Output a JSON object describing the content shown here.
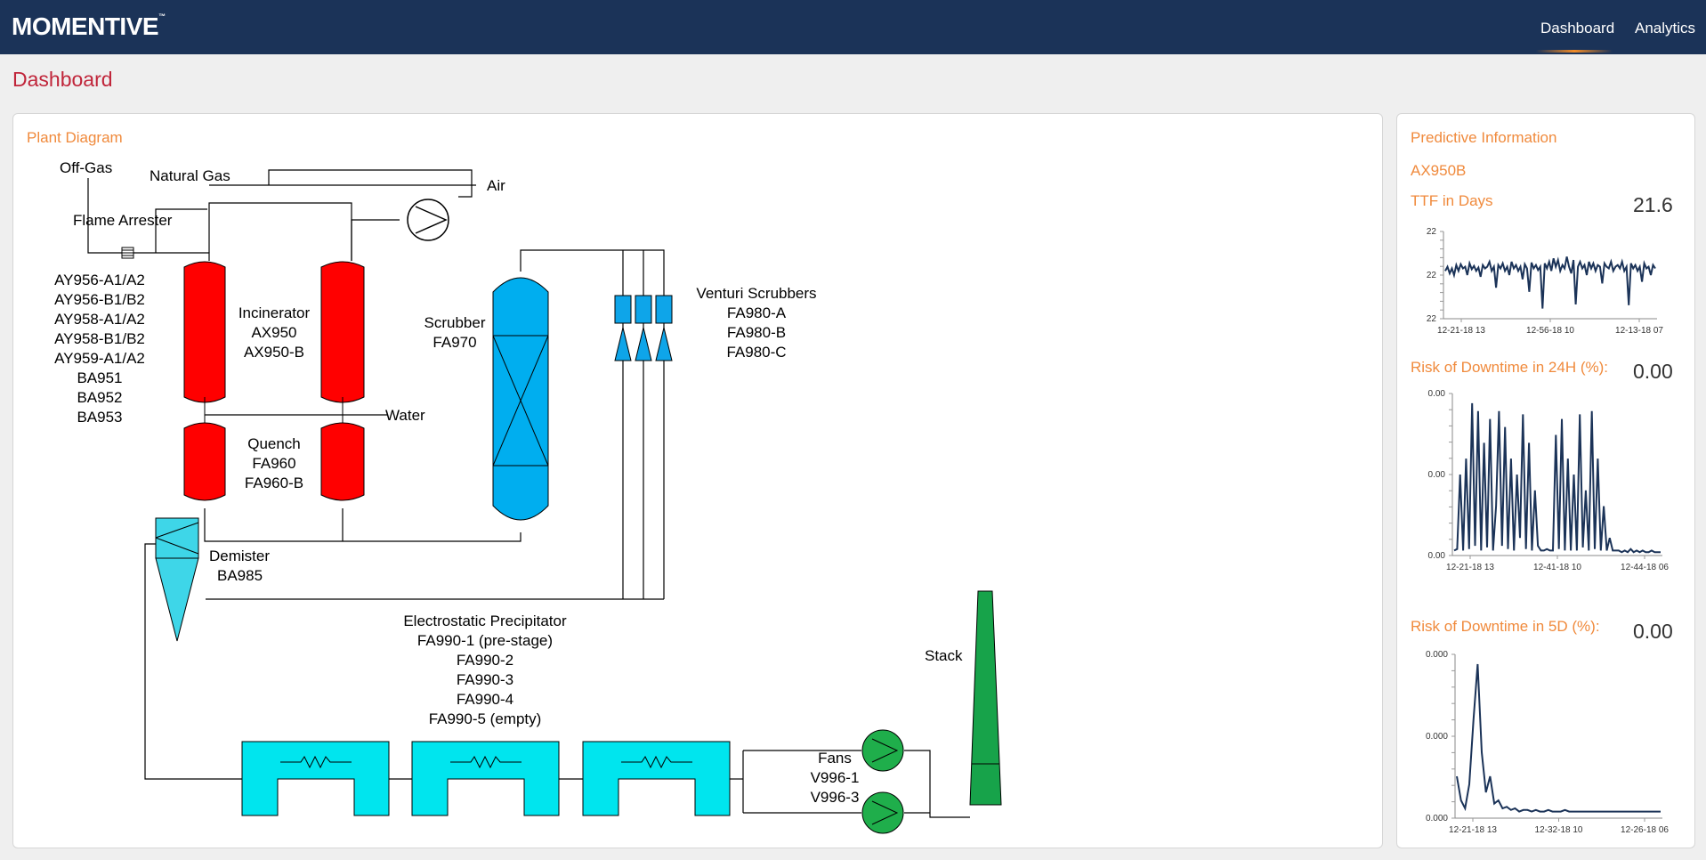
{
  "header": {
    "logo_text": "MOMENTIVE",
    "logo_tm": "™",
    "nav": [
      {
        "label": "Dashboard",
        "active": true
      },
      {
        "label": "Analytics",
        "active": false
      }
    ]
  },
  "page": {
    "title": "Dashboard"
  },
  "plant": {
    "title": "Plant Diagram",
    "labels": {
      "off_gas": "Off-Gas",
      "natural_gas": "Natural Gas",
      "air": "Air",
      "flame_arrester": "Flame Arrester",
      "water": "Water",
      "stack": "Stack"
    },
    "instrument_list": [
      "AY956-A1/A2",
      "AY956-B1/B2",
      "AY958-A1/A2",
      "AY958-B1/B2",
      "AY959-A1/A2",
      "BA951",
      "BA952",
      "BA953"
    ],
    "incinerator": [
      "Incinerator",
      "AX950",
      "AX950-B"
    ],
    "quench": [
      "Quench",
      "FA960",
      "FA960-B"
    ],
    "scrubber": [
      "Scrubber",
      "FA970"
    ],
    "venturi": [
      "Venturi Scrubbers",
      "FA980-A",
      "FA980-B",
      "FA980-C"
    ],
    "demister": [
      "Demister",
      "BA985"
    ],
    "esp": [
      "Electrostatic Precipitator",
      "FA990-1 (pre-stage)",
      "FA990-2",
      "FA990-3",
      "FA990-4",
      "FA990-5 (empty)"
    ],
    "fans": [
      "Fans",
      "V996-1",
      "V996-3"
    ],
    "colors": {
      "vessel_red": "#ff0000",
      "scrubber_blue": "#00aeef",
      "venturi_blue": "#0ea5e9",
      "demister_cyan": "#3ed6e8",
      "esp_cyan": "#00e5ee",
      "fan_green": "#1fae4b",
      "stack_green": "#17a34a"
    }
  },
  "predictive": {
    "title": "Predictive Information",
    "asset": "AX950B",
    "charts": [
      {
        "label": "TTF in Days",
        "value": "21.6"
      },
      {
        "label": "Risk of Downtime in 24H (%):",
        "value": "0.00"
      },
      {
        "label": "Risk of Downtime in 5D (%):",
        "value": "0.00"
      }
    ]
  },
  "chart_data": [
    {
      "type": "line",
      "title": "TTF in Days",
      "y_ticks": [
        "22",
        "22",
        "22"
      ],
      "x_ticks": [
        "12-21-18 13",
        "12-56-18 10",
        "12-13-18 07"
      ],
      "values": [
        0.55,
        0.6,
        0.52,
        0.58,
        0.5,
        0.62,
        0.55,
        0.63,
        0.58,
        0.6,
        0.5,
        0.64,
        0.57,
        0.61,
        0.55,
        0.59,
        0.48,
        0.62,
        0.58,
        0.6,
        0.66,
        0.55,
        0.6,
        0.35,
        0.62,
        0.58,
        0.64,
        0.55,
        0.6,
        0.5,
        0.66,
        0.58,
        0.62,
        0.55,
        0.6,
        0.45,
        0.63,
        0.58,
        0.3,
        0.65,
        0.58,
        0.62,
        0.56,
        0.6,
        0.1,
        0.64,
        0.58,
        0.66,
        0.55,
        0.7,
        0.6,
        0.68,
        0.55,
        0.62,
        0.58,
        0.72,
        0.6,
        0.52,
        0.68,
        0.15,
        0.6,
        0.66,
        0.58,
        0.62,
        0.5,
        0.66,
        0.58,
        0.64,
        0.55,
        0.62,
        0.6,
        0.4,
        0.64,
        0.6,
        0.58,
        0.66,
        0.55,
        0.6,
        0.62,
        0.58,
        0.66,
        0.55,
        0.6,
        0.14,
        0.64,
        0.58,
        0.62,
        0.55,
        0.6,
        0.42,
        0.64,
        0.58,
        0.6,
        0.5,
        0.62,
        0.58
      ]
    },
    {
      "type": "line",
      "title": "Risk of Downtime in 24H (%):",
      "y_ticks": [
        "0.00",
        "0.00",
        "0.00"
      ],
      "x_ticks": [
        "12-21-18 13",
        "12-41-18 10",
        "12-44-18 06"
      ],
      "values": [
        0.02,
        0.03,
        0.5,
        0.02,
        0.6,
        0.03,
        0.95,
        0.05,
        0.9,
        0.02,
        0.7,
        0.04,
        0.85,
        0.02,
        0.3,
        0.9,
        0.05,
        0.8,
        0.03,
        0.6,
        0.02,
        0.5,
        0.1,
        0.88,
        0.03,
        0.7,
        0.02,
        0.4,
        0.05,
        0.02,
        0.02,
        0.03,
        0.02,
        0.02,
        0.75,
        0.03,
        0.85,
        0.02,
        0.6,
        0.02,
        0.5,
        0.02,
        0.88,
        0.04,
        0.4,
        0.02,
        0.9,
        0.03,
        0.6,
        0.02,
        0.3,
        0.02,
        0.1,
        0.02,
        0.02,
        0.02,
        0.01,
        0.02,
        0.01,
        0.03,
        0.01,
        0.02,
        0.01,
        0.02,
        0.01,
        0.01,
        0.02,
        0.01,
        0.01,
        0.01
      ]
    },
    {
      "type": "line",
      "title": "Risk of Downtime in 5D (%):",
      "y_ticks": [
        "0.000",
        "0.000",
        "0.000"
      ],
      "x_ticks": [
        "12-21-18 13",
        "12-32-18 10",
        "12-26-18 06"
      ],
      "values": [
        0.25,
        0.1,
        0.05,
        0.2,
        0.6,
        0.95,
        0.4,
        0.15,
        0.25,
        0.08,
        0.1,
        0.05,
        0.06,
        0.04,
        0.05,
        0.03,
        0.04,
        0.04,
        0.03,
        0.04,
        0.03,
        0.03,
        0.04,
        0.03,
        0.03,
        0.03,
        0.04,
        0.03,
        0.03,
        0.03,
        0.03,
        0.03,
        0.03,
        0.03,
        0.03,
        0.03,
        0.03,
        0.03,
        0.03,
        0.03,
        0.03,
        0.03,
        0.03,
        0.03,
        0.03,
        0.03,
        0.03,
        0.03,
        0.03,
        0.03
      ]
    }
  ]
}
